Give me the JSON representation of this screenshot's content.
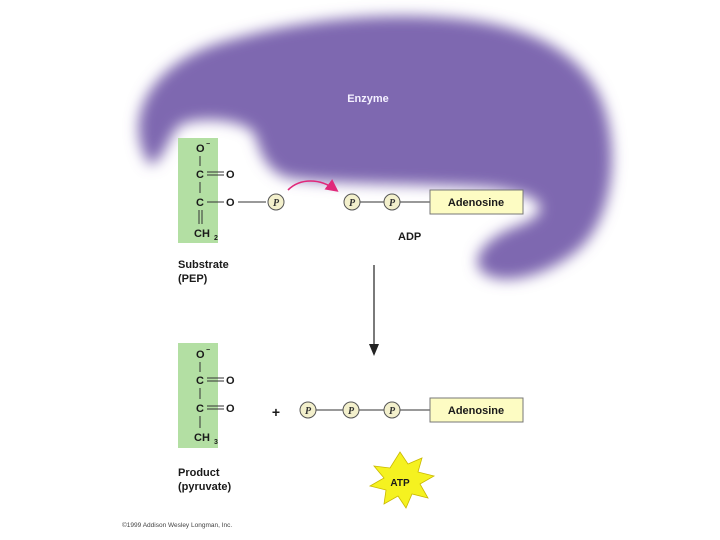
{
  "colors": {
    "enzyme": "#7e67b0",
    "green_box": "#b3dfa3",
    "adenosine_box": "#fdfcc3",
    "atp_burst": "#f5f220",
    "arrow_magenta": "#e0287a",
    "phosphate": "#f3f0cc"
  },
  "enzyme": {
    "label": "Enzyme"
  },
  "substrate": {
    "oxygen_top": "O",
    "oxygen_charge": "−",
    "carbon1": "C",
    "oxygen1": "O",
    "carbon2": "C",
    "oxygen2": "O",
    "ch2_main": "CH",
    "ch2_sub": "2",
    "caption_line1": "Substrate",
    "caption_line2": "(PEP)"
  },
  "adp": {
    "phosphate_label": "P",
    "adenosine": "Adenosine",
    "label": "ADP"
  },
  "product": {
    "oxygen_top": "O",
    "oxygen_charge": "−",
    "carbon1": "C",
    "oxygen1": "O",
    "carbon2": "C",
    "oxygen2": "O",
    "ch3_main": "CH",
    "ch3_sub": "3",
    "caption_line1": "Product",
    "caption_line2": "(pyruvate)"
  },
  "atp": {
    "plus": "+",
    "phosphate_label": "P",
    "adenosine": "Adenosine",
    "label": "ATP"
  },
  "copyright": "©1999 Addison Wesley Longman, Inc."
}
